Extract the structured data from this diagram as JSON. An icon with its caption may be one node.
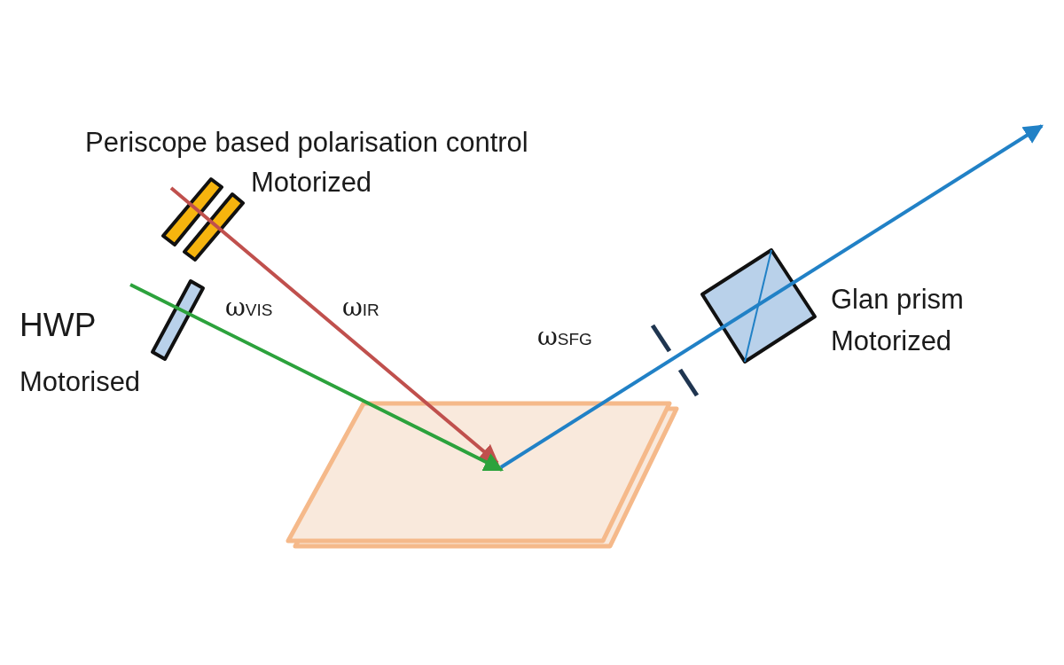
{
  "diagram": {
    "nodes": [
      {
        "text": [
          "Periscope based polarisation control",
          "Motorized"
        ]
      },
      {
        "text": [
          "HWP",
          "Motorised"
        ]
      },
      {
        "text": [
          "Glan prism",
          "Motorized"
        ]
      },
      {
        "text": [],
        "shape": "bar"
      },
      {
        "text": [],
        "shape": "box"
      }
    ],
    "edges": [
      {
        "from": 0,
        "to": 4,
        "arrow": "to",
        "label": "ω$_{IR}$",
        "color": "#c0504d"
      },
      {
        "from": 1,
        "to": 4,
        "arrow": "to",
        "label": "ω$_{VIS}$",
        "color": "#2ca23c"
      },
      {
        "from": 4,
        "to": null,
        "arrow": "to",
        "label": "ω$_{SFG}$",
        "color": "#2181c6"
      }
    ]
  }
}
